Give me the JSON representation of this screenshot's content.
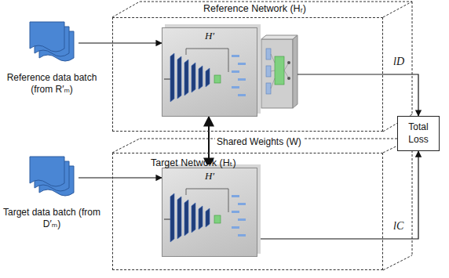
{
  "diagram": {
    "nodes": [
      {
        "text": [
          "Reference data batch (from R′ₘ)"
        ]
      },
      {
        "text": [
          "Reference Network (Hᵣ)"
        ]
      },
      {
        "text": [
          "H′"
        ],
        "in": 1
      },
      {
        "text": [
          "Target data batch (from D′ₘ)"
        ]
      },
      {
        "text": [
          "Target Network (Hₜ)"
        ]
      },
      {
        "text": [
          "H′"
        ],
        "in": 4
      },
      {
        "text": [
          "Total Loss"
        ]
      }
    ],
    "edges": [
      {
        "from": 0,
        "to": 2,
        "arrow": "to"
      },
      {
        "from": 2,
        "to": 5,
        "label": "Shared Weights (W)",
        "arrow": "both"
      },
      {
        "from": 3,
        "to": 5,
        "arrow": "to"
      },
      {
        "from": 1,
        "to": 6,
        "label": "lD",
        "arrow": "to"
      },
      {
        "from": 5,
        "to": 6,
        "label": "lC",
        "arrow": "to"
      }
    ]
  }
}
